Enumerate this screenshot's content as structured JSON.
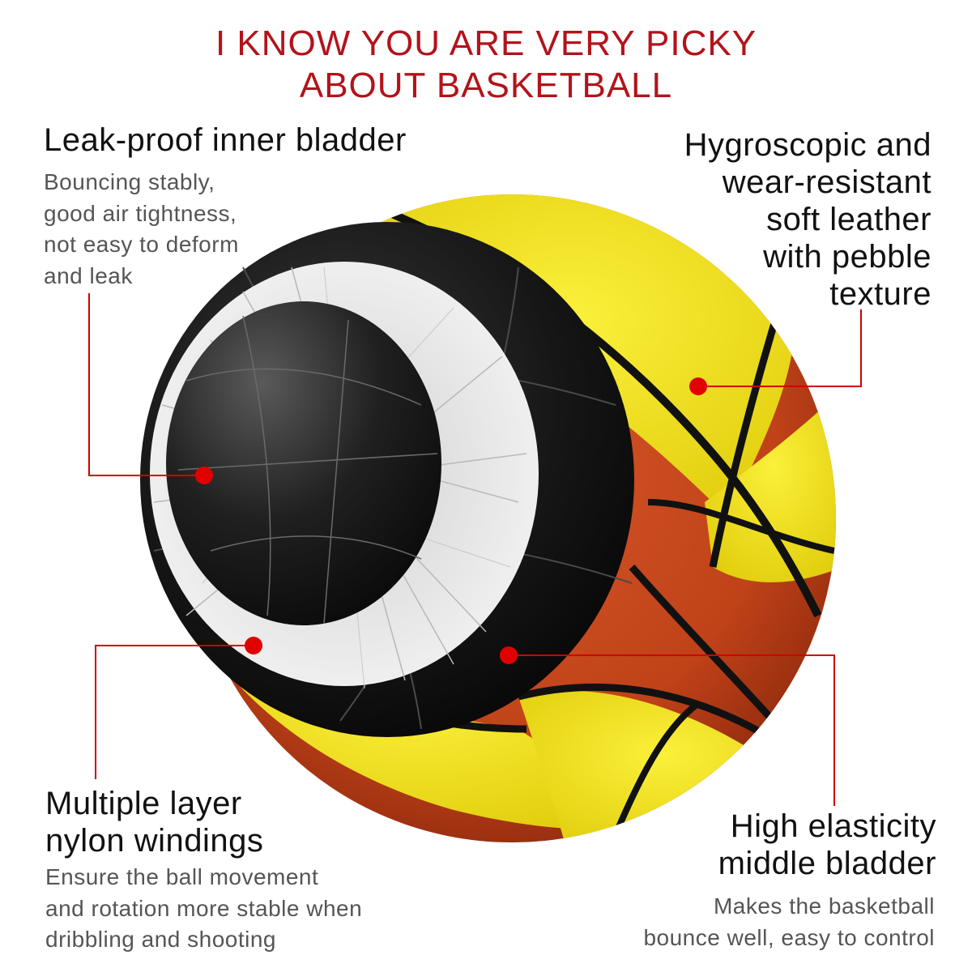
{
  "headline": {
    "line1": "I KNOW YOU ARE VERY PICKY",
    "line2": "ABOUT BASKETBALL"
  },
  "features": {
    "inner_bladder": {
      "title": "Leak-proof inner bladder",
      "description": [
        "Bouncing stably,",
        "good air tightness,",
        "not easy to deform",
        "and leak"
      ]
    },
    "leather": {
      "title": [
        "Hygroscopic and",
        "wear-resistant",
        "soft leather",
        "with pebble",
        "texture"
      ]
    },
    "nylon": {
      "title": [
        "Multiple layer",
        "nylon windings"
      ],
      "description": [
        "Ensure the ball movement",
        "and rotation more stable when",
        "dribbling and shooting"
      ]
    },
    "middle_bladder": {
      "title": [
        "High elasticity",
        "middle bladder"
      ],
      "description": [
        "Makes the basketball",
        "bounce well, easy to control"
      ]
    }
  },
  "colors": {
    "headline": "#b3131b",
    "marker": "#e10000",
    "leather_orange": "#c44a1e",
    "panel_yellow": "#f2e41a",
    "bladder_black": "#141414",
    "nylon_white": "#e6e6e6"
  }
}
